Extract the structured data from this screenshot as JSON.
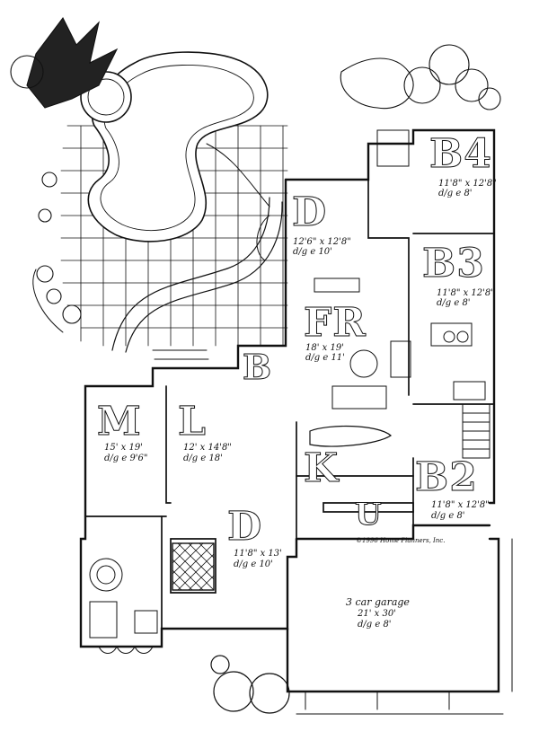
{
  "rooms": {
    "b4": {
      "label": "B4",
      "dims": "11'8\" x 12'8\"",
      "ceiling": "d/g e 8'"
    },
    "d_upper": {
      "label": "D",
      "dims": "12'6\" x 12'8\"",
      "ceiling": "d/g e 10'"
    },
    "b3": {
      "label": "B3",
      "dims": "11'8\" x 12'8\"",
      "ceiling": "d/g e 8'"
    },
    "fr": {
      "label": "FR",
      "dims": "18' x 19'",
      "ceiling": "d/g e 11'"
    },
    "b_bath": {
      "label": "B",
      "dims": "",
      "ceiling": ""
    },
    "m": {
      "label": "M",
      "dims": "15' x 19'",
      "ceiling": "d/g e 9'6\""
    },
    "l": {
      "label": "L",
      "dims": "12' x 14'8\"",
      "ceiling": "d/g e 18'"
    },
    "k": {
      "label": "K",
      "dims": "",
      "ceiling": ""
    },
    "b2": {
      "label": "B2",
      "dims": "11'8\" x 12'8\"",
      "ceiling": "d/g e 8'"
    },
    "u": {
      "label": "U",
      "dims": "",
      "ceiling": ""
    },
    "d_lower": {
      "label": "D",
      "dims": "11'8\" x 13'",
      "ceiling": "d/g e 10'"
    },
    "garage": {
      "label": "3 car garage",
      "dims": "21' x 30'",
      "ceiling": "d/g e 8'"
    }
  },
  "notes": {
    "copyright": "©1996 Home Planners, Inc."
  }
}
